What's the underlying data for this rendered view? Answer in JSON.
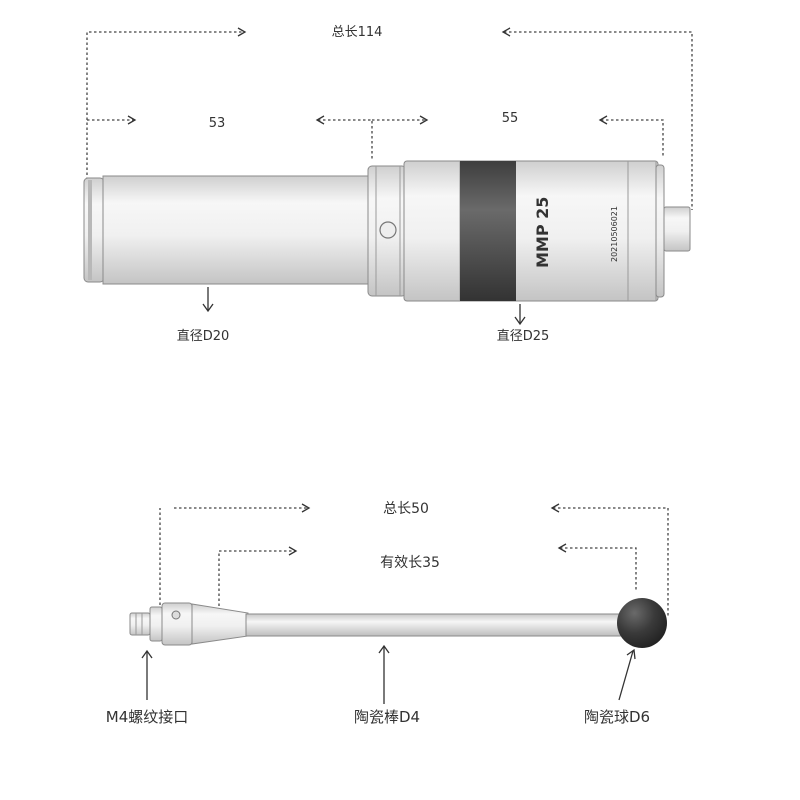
{
  "probe": {
    "total_length_label": "总长114",
    "section_left_label": "53",
    "section_right_label": "55",
    "diameter_left_label": "直径D20",
    "diameter_right_label": "直径D25",
    "model_text": "MMP 25",
    "serial_text": "20210506021"
  },
  "stylus": {
    "total_length_label": "总长50",
    "effective_length_label": "有效长35",
    "thread_label": "M4螺纹接口",
    "rod_label": "陶瓷棒D4",
    "ball_label": "陶瓷球D6"
  },
  "colors": {
    "ball": "#3a3a3a",
    "band": "#5a5a5a",
    "metal_light": "#f4f4f4",
    "metal_mid": "#d6d6d6"
  }
}
